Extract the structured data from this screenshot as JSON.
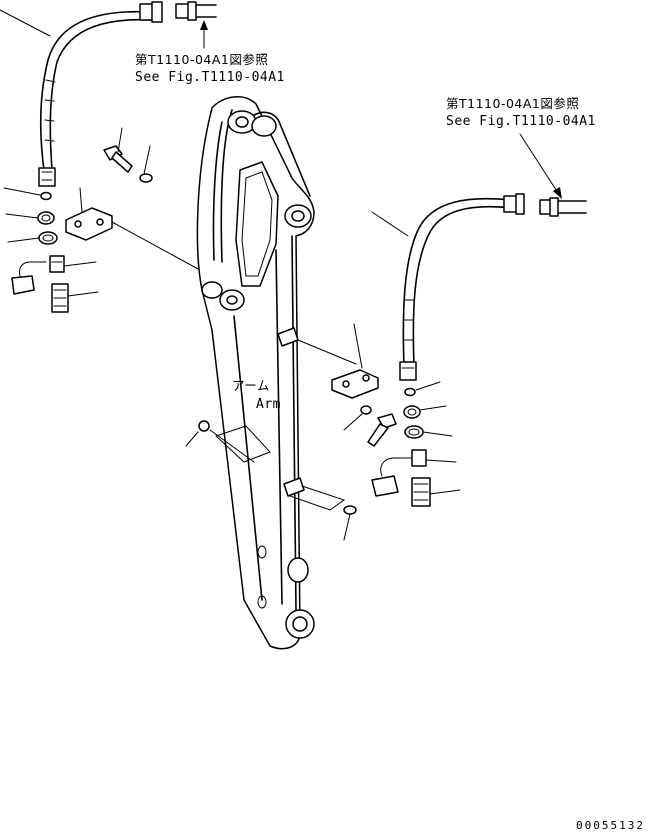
{
  "references": {
    "left": {
      "jp": "第T1110-04A1図参照",
      "en": "See Fig.T1110-04A1"
    },
    "right": {
      "jp": "第T1110-04A1図参照",
      "en": "See Fig.T1110-04A1"
    }
  },
  "arm_label": {
    "jp": "アーム",
    "en": "Arm"
  },
  "drawing_code": "00055132"
}
